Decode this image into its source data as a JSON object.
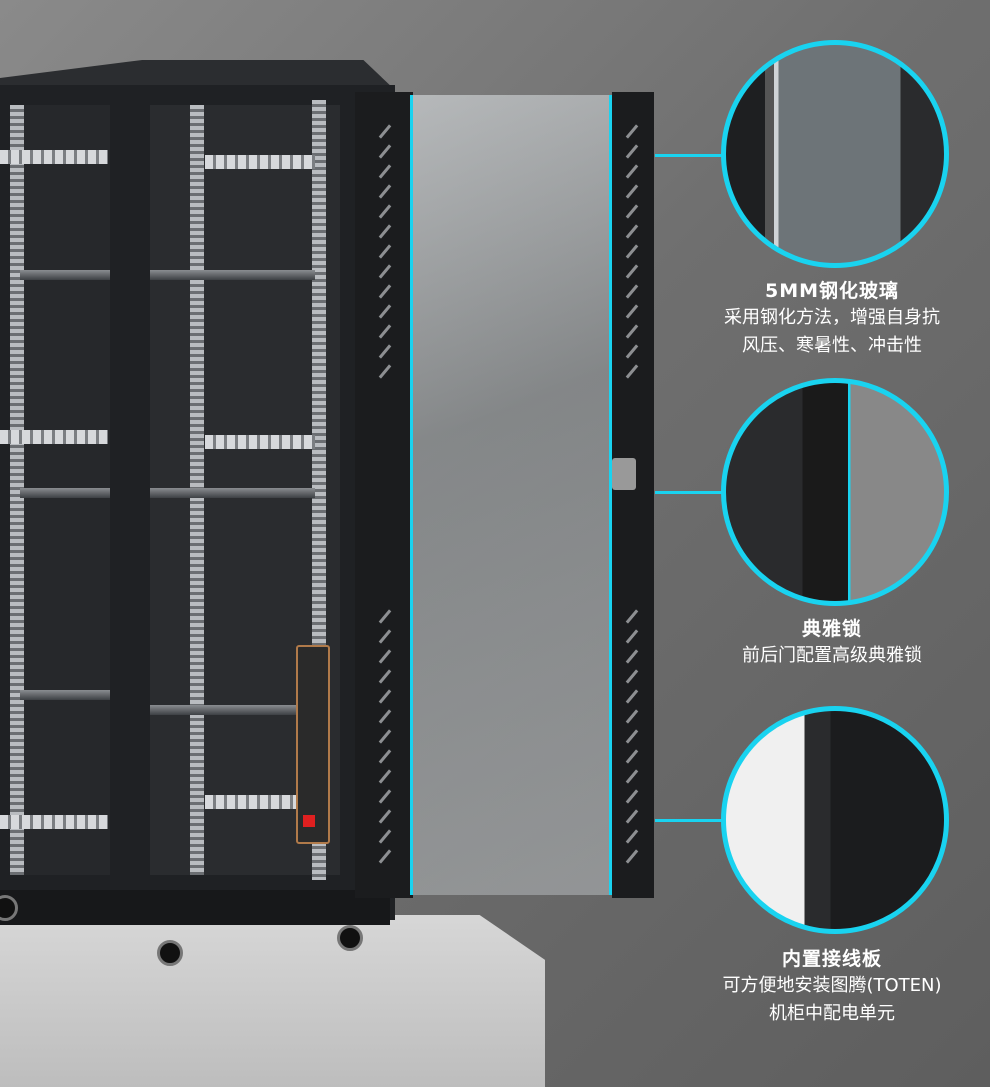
{
  "accent_color": "#19d3f0",
  "features": [
    {
      "title": "5MM钢化玻璃",
      "lines": [
        "采用钢化方法，增强自身抗",
        "风压、寒暑性、冲击性"
      ],
      "detail_icon": "tempered-glass"
    },
    {
      "title": "典雅锁",
      "lines": [
        "前后门配置高级典雅锁"
      ],
      "detail_icon": "door-lock"
    },
    {
      "title": "内置接线板",
      "lines": [
        "可方便地安装图腾(TOTEN)",
        "机柜中配电单元"
      ],
      "detail_icon": "power-strip"
    }
  ]
}
